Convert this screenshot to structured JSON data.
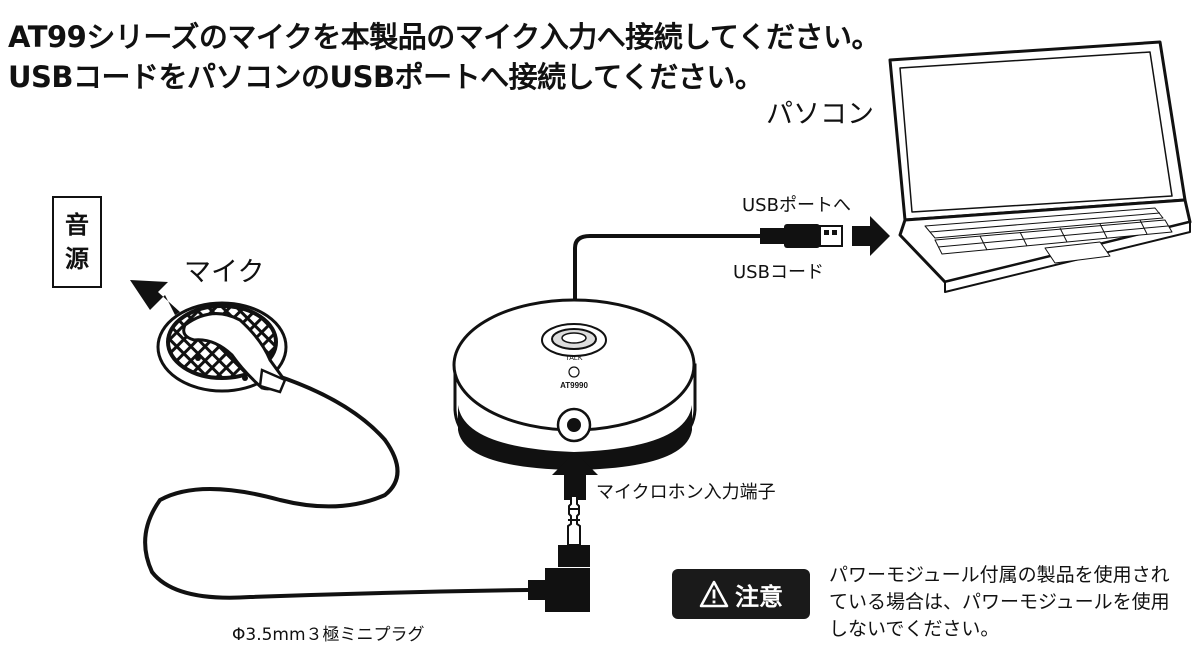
{
  "instructions": {
    "line1": "AT99シリーズのマイクを本製品のマイク入力へ接続してください。",
    "line2": "USBコードをパソコンのUSBポートへ接続してください。"
  },
  "labels": {
    "pc": "パソコン",
    "usb_port": "USBポートへ",
    "usb_cord": "USBコード",
    "mic": "マイク",
    "source_char1": "音",
    "source_char2": "源",
    "mic_input_terminal": "マイクロホン入力端子",
    "plug": "Φ3.5mm３極ミニプラグ"
  },
  "device": {
    "talk_label": "TALK",
    "model": "AT9990"
  },
  "caution": {
    "badge": "注意",
    "text": "パワーモジュール付属の製品を使用されている場合は、パワーモジュールを使用しないでください。"
  },
  "icons": {
    "caution": "warning-triangle-icon",
    "arrows": "arrow-icon"
  }
}
